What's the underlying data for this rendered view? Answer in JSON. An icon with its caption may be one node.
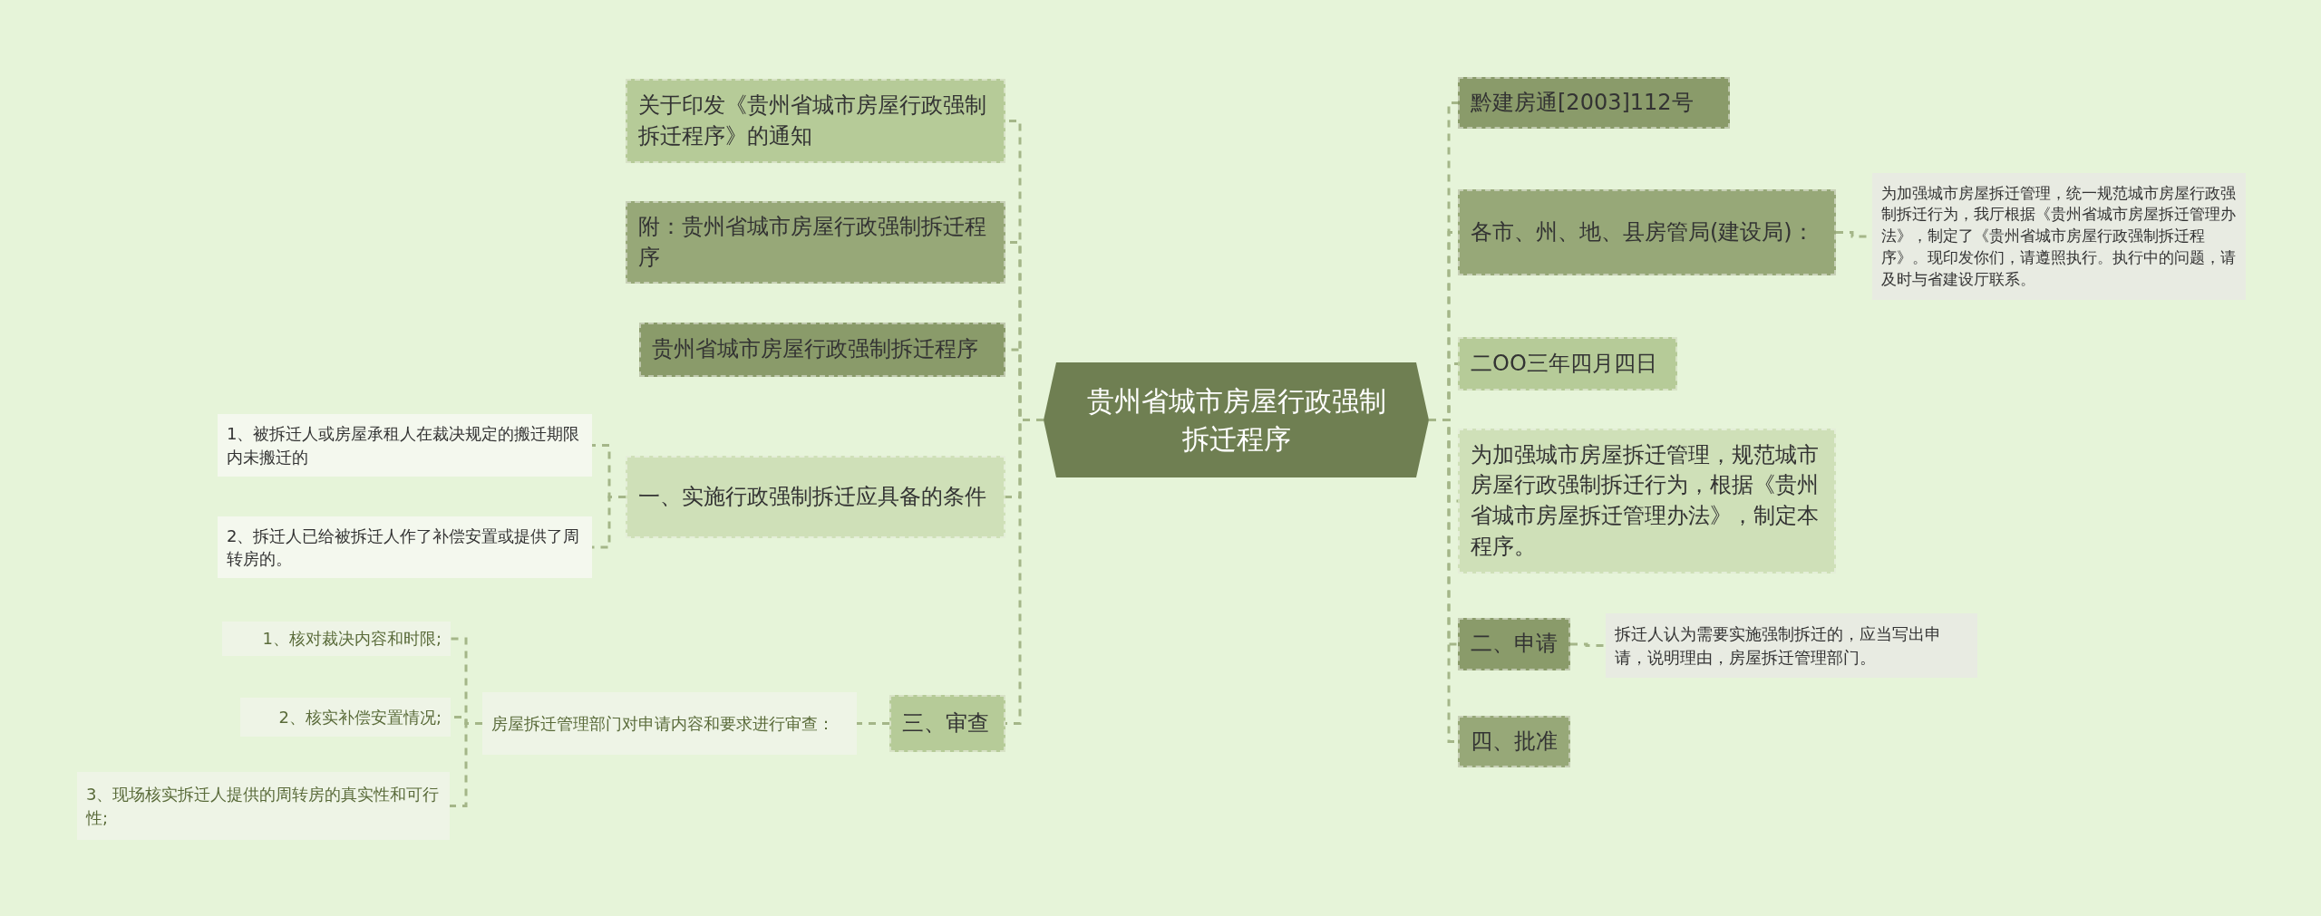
{
  "diagram": {
    "nodes": [
      {
        "text": [
          "贵州省城市房屋行政强制拆迁程序"
        ]
      },
      {
        "text": [
          "关于印发《贵州省城市房屋行政强制拆迁程序》的通知"
        ]
      },
      {
        "text": [
          "附：贵州省城市房屋行政强制拆迁程序"
        ]
      },
      {
        "text": [
          "贵州省城市房屋行政强制拆迁程序"
        ]
      },
      {
        "text": [
          "一、实施行政强制拆迁应具备的条件"
        ]
      },
      {
        "text": [
          "1、被拆迁人或房屋承租人在裁决规定的搬迁期限内未搬迁的"
        ]
      },
      {
        "text": [
          "2、拆迁人已给被拆迁人作了补偿安置或提供了周转房的。"
        ]
      },
      {
        "text": [
          "三、审查"
        ]
      },
      {
        "text": [
          "房屋拆迁管理部门对申请内容和要求进行审查："
        ]
      },
      {
        "text": [
          "1、核对裁决内容和时限;"
        ]
      },
      {
        "text": [
          "2、核实补偿安置情况;"
        ]
      },
      {
        "text": [
          "3、现场核实拆迁人提供的周转房的真实性和可行性;"
        ]
      },
      {
        "text": [
          "黔建房通[2003]112号"
        ]
      },
      {
        "text": [
          "各市、州、地、县房管局(建设局)："
        ]
      },
      {
        "text": [
          "为加强城市房屋拆迁管理，统一规范城市房屋行政强制拆迁行为，我厅根据《贵州省城市房屋拆迁管理办法》，制定了《贵州省城市房屋行政强制拆迁程序》。现印发你们，请遵照执行。执行中的问题，请及时与省建设厅联系。"
        ]
      },
      {
        "text": [
          "二OO三年四月四日"
        ]
      },
      {
        "text": [
          "为加强城市房屋拆迁管理，规范城市房屋行政强制拆迁行为，根据《贵州省城市房屋拆迁管理办法》，制定本程序。"
        ]
      },
      {
        "text": [
          "二、申请"
        ]
      },
      {
        "text": [
          "拆迁人认为需要实施强制拆迁的，应当写出申请，说明理由，房屋拆迁管理部门。"
        ]
      },
      {
        "text": [
          "四、批准"
        ]
      }
    ],
    "edges": [
      {
        "from": 0,
        "to": 1,
        "arrow": "none"
      },
      {
        "from": 0,
        "to": 2,
        "arrow": "none"
      },
      {
        "from": 0,
        "to": 3,
        "arrow": "none"
      },
      {
        "from": 0,
        "to": 4,
        "arrow": "none"
      },
      {
        "from": 0,
        "to": 7,
        "arrow": "none"
      },
      {
        "from": 4,
        "to": 5,
        "arrow": "none"
      },
      {
        "from": 4,
        "to": 6,
        "arrow": "none"
      },
      {
        "from": 7,
        "to": 8,
        "arrow": "none"
      },
      {
        "from": 8,
        "to": 9,
        "arrow": "none"
      },
      {
        "from": 8,
        "to": 10,
        "arrow": "none"
      },
      {
        "from": 8,
        "to": 11,
        "arrow": "none"
      },
      {
        "from": 0,
        "to": 12,
        "arrow": "none"
      },
      {
        "from": 0,
        "to": 13,
        "arrow": "none"
      },
      {
        "from": 13,
        "to": 14,
        "arrow": "none"
      },
      {
        "from": 0,
        "to": 15,
        "arrow": "none"
      },
      {
        "from": 0,
        "to": 16,
        "arrow": "none"
      },
      {
        "from": 0,
        "to": 17,
        "arrow": "none"
      },
      {
        "from": 17,
        "to": 18,
        "arrow": "none"
      },
      {
        "from": 0,
        "to": 19,
        "arrow": "none"
      }
    ]
  }
}
